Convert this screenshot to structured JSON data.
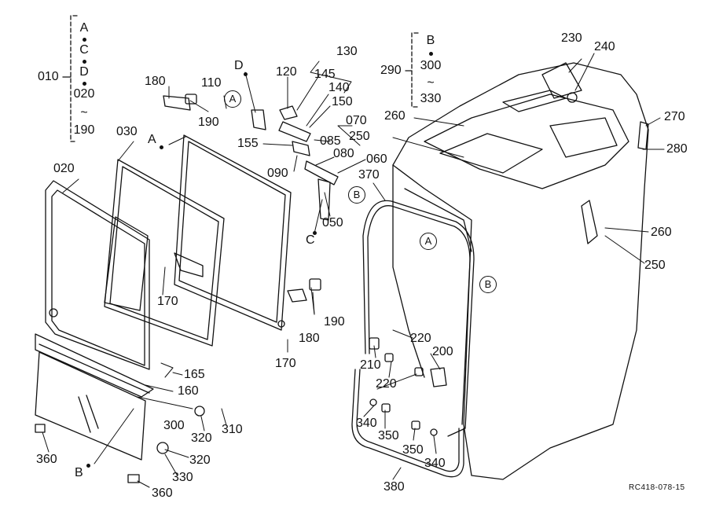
{
  "diagram": {
    "code": "RC418-078-15",
    "group_left": {
      "title": "010",
      "items": [
        "A",
        "C",
        "D",
        "020",
        "~",
        "190"
      ]
    },
    "group_right": {
      "title": "290",
      "items": [
        "B",
        "300",
        "~",
        "330"
      ]
    },
    "parts": [
      {
        "id": "p_020",
        "text": "020"
      },
      {
        "id": "p_030",
        "text": "030"
      },
      {
        "id": "p_050",
        "text": "050"
      },
      {
        "id": "p_060",
        "text": "060"
      },
      {
        "id": "p_070",
        "text": "070"
      },
      {
        "id": "p_080",
        "text": "080"
      },
      {
        "id": "p_085",
        "text": "085"
      },
      {
        "id": "p_090",
        "text": "090"
      },
      {
        "id": "p_110",
        "text": "110"
      },
      {
        "id": "p_120",
        "text": "120"
      },
      {
        "id": "p_130",
        "text": "130"
      },
      {
        "id": "p_140",
        "text": "140"
      },
      {
        "id": "p_145",
        "text": "145"
      },
      {
        "id": "p_150",
        "text": "150"
      },
      {
        "id": "p_155",
        "text": "155"
      },
      {
        "id": "p_160",
        "text": "160"
      },
      {
        "id": "p_165",
        "text": "165"
      },
      {
        "id": "p_170a",
        "text": "170"
      },
      {
        "id": "p_170b",
        "text": "170"
      },
      {
        "id": "p_180a",
        "text": "180"
      },
      {
        "id": "p_180b",
        "text": "180"
      },
      {
        "id": "p_190a",
        "text": "190"
      },
      {
        "id": "p_190b",
        "text": "190"
      },
      {
        "id": "p_200",
        "text": "200"
      },
      {
        "id": "p_210",
        "text": "210"
      },
      {
        "id": "p_220a",
        "text": "220"
      },
      {
        "id": "p_220b",
        "text": "220"
      },
      {
        "id": "p_230",
        "text": "230"
      },
      {
        "id": "p_240",
        "text": "240"
      },
      {
        "id": "p_250a",
        "text": "250"
      },
      {
        "id": "p_250b",
        "text": "250"
      },
      {
        "id": "p_260a",
        "text": "260"
      },
      {
        "id": "p_260b",
        "text": "260"
      },
      {
        "id": "p_270",
        "text": "270"
      },
      {
        "id": "p_280",
        "text": "280"
      },
      {
        "id": "p_300",
        "text": "300"
      },
      {
        "id": "p_310",
        "text": "310"
      },
      {
        "id": "p_320a",
        "text": "320"
      },
      {
        "id": "p_320b",
        "text": "320"
      },
      {
        "id": "p_330",
        "text": "330"
      },
      {
        "id": "p_340a",
        "text": "340"
      },
      {
        "id": "p_340b",
        "text": "340"
      },
      {
        "id": "p_350a",
        "text": "350"
      },
      {
        "id": "p_350b",
        "text": "350"
      },
      {
        "id": "p_360a",
        "text": "360"
      },
      {
        "id": "p_360b",
        "text": "360"
      },
      {
        "id": "p_370",
        "text": "370"
      },
      {
        "id": "p_380",
        "text": "380"
      }
    ],
    "refs": {
      "A": "A",
      "B": "B",
      "C": "C",
      "D": "D"
    }
  }
}
